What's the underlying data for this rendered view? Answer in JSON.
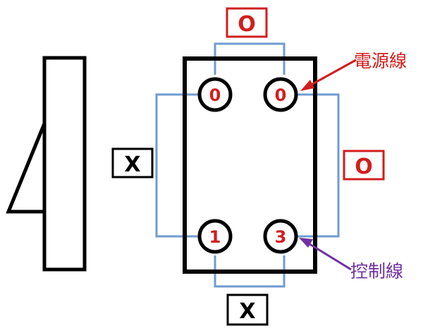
{
  "pins": {
    "top_left": "0",
    "top_right": "0",
    "bottom_left": "1",
    "bottom_right": "3"
  },
  "connection_labels": {
    "top": "O",
    "right": "O",
    "left": "X",
    "bottom": "X"
  },
  "annotations": {
    "power_line": "電源線",
    "control_line": "控制線"
  },
  "colors": {
    "wire": "#6f9bd0",
    "ok_label": "#d21e1e",
    "power_arrow": "#d21e1e",
    "control_arrow": "#7030a0",
    "outline": "#000000"
  }
}
